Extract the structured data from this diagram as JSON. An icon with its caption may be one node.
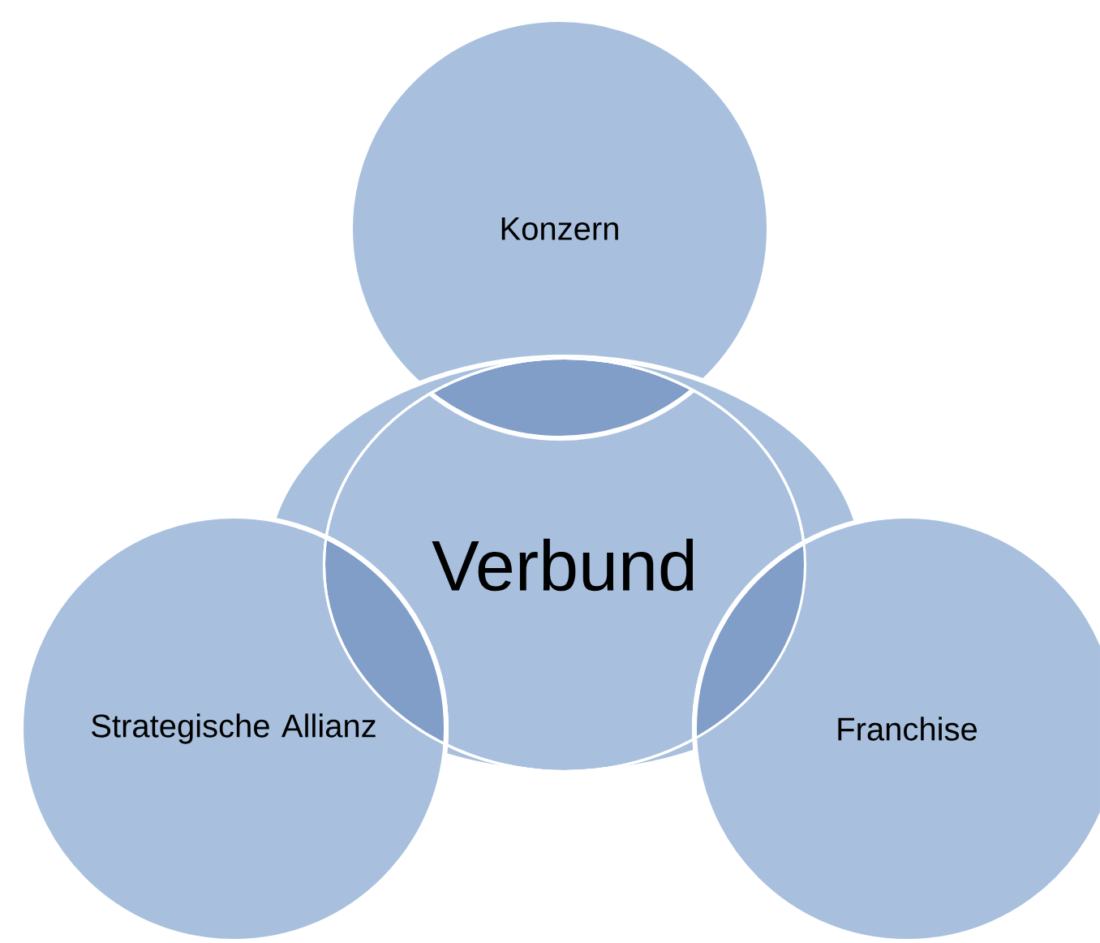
{
  "diagram": {
    "nodes": [
      {
        "text": [
          "Konzern"
        ]
      },
      {
        "text": [
          "Verbund"
        ]
      },
      {
        "text": [
          "Strategische Allianz"
        ]
      },
      {
        "text": [
          "Franchise"
        ]
      }
    ]
  }
}
